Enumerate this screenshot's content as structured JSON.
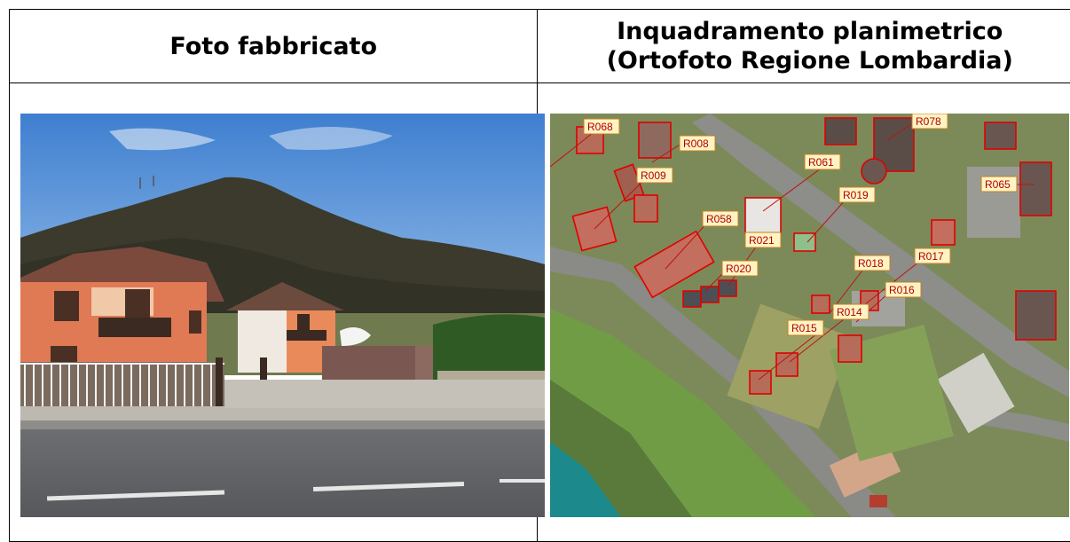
{
  "headers": {
    "left": "Foto fabbricato",
    "right_line1": "Inquadramento planimetrico",
    "right_line2": "(Ortofoto Regione Lombardia)"
  },
  "map_labels": [
    {
      "id": "R068"
    },
    {
      "id": "R008"
    },
    {
      "id": "R009"
    },
    {
      "id": "R078"
    },
    {
      "id": "R061"
    },
    {
      "id": "R019"
    },
    {
      "id": "R065"
    },
    {
      "id": "R058"
    },
    {
      "id": "R021"
    },
    {
      "id": "R020"
    },
    {
      "id": "R018"
    },
    {
      "id": "R017"
    },
    {
      "id": "R016"
    },
    {
      "id": "R014"
    },
    {
      "id": "R015"
    }
  ],
  "colors": {
    "border": "#000000",
    "label_fill": "#fff3c4",
    "label_text": "#b00000",
    "parcel_outline": "#e00000"
  }
}
